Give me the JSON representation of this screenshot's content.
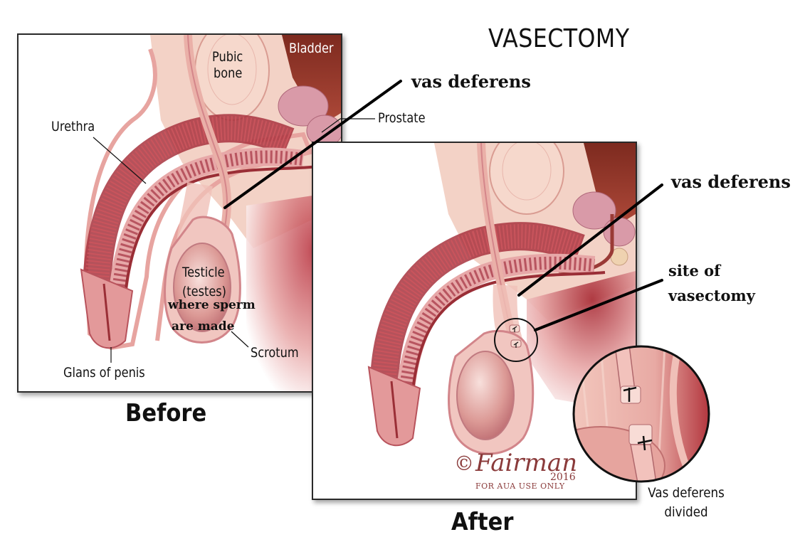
{
  "title": "VASECTOMY",
  "colors": {
    "tissue_light": "#f2c4bc",
    "tissue_mid": "#e29a92",
    "tissue_dark": "#b8404a",
    "bladder": "#9a3a2c",
    "prostate": "#d99aa8",
    "cavity": "#c9404a",
    "pubic_bone": "#f6d8cc",
    "fat": "#f3dcc0",
    "leader_line": "#000000",
    "signature": "#8a3a3a"
  },
  "before_panel": {
    "caption": "Before",
    "labels": {
      "bladder": "Bladder",
      "pubic_bone_line1": "Pubic",
      "pubic_bone_line2": "bone",
      "prostate": "Prostate",
      "urethra": "Urethra",
      "testicle_line1": "Testicle",
      "testicle_line2": "(testes)",
      "sperm_note_line1": "where sperm",
      "sperm_note_line2": "are made",
      "scrotum": "Scrotum",
      "glans": "Glans of penis"
    },
    "annotation": "vas deferens"
  },
  "after_panel": {
    "caption": "After",
    "annotation_vas": "vas deferens",
    "annotation_site_line1": "site of",
    "annotation_site_line2": "vasectomy",
    "inset_caption_line1": "Vas deferens",
    "inset_caption_line2": "divided",
    "signature": {
      "name": "Fairman",
      "year": "2016",
      "copyright": "©",
      "notice": "FOR AUA USE ONLY"
    }
  }
}
